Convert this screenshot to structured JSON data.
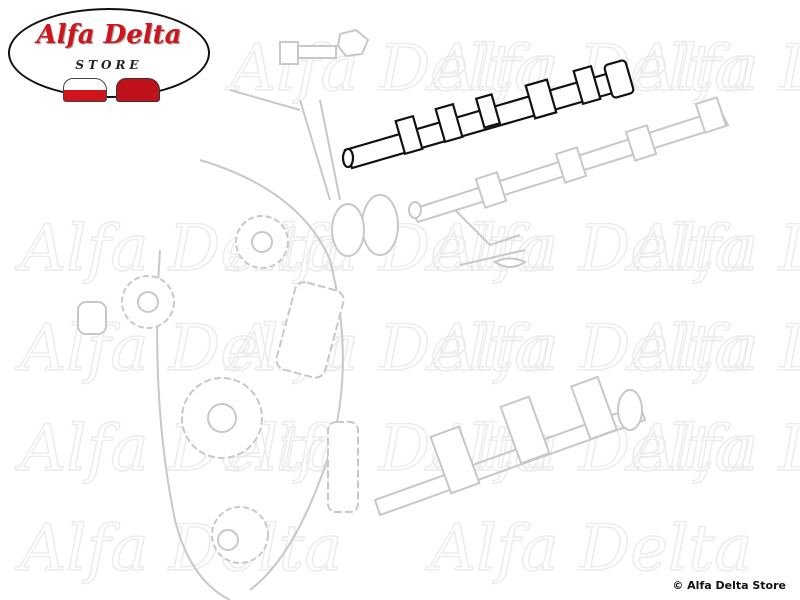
{
  "logo": {
    "title": "Alfa Delta",
    "subtitle": "STORE"
  },
  "watermark": "Alfa Delta",
  "copyright": "© Alfa Delta Store",
  "colors": {
    "brand_red": "#d0141c",
    "diagram_gray": "#c8c8c8",
    "highlight": "#111111"
  },
  "highlighted_part": "camshaft"
}
